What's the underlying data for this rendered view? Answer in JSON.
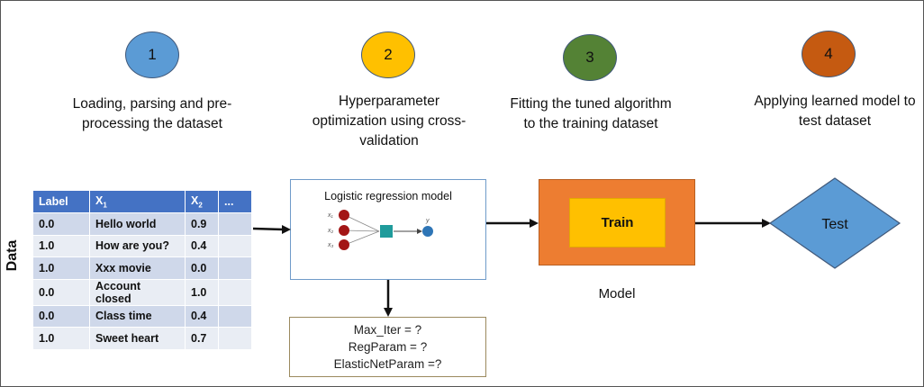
{
  "steps": [
    {
      "number": "1",
      "text": "Loading, parsing and pre-processing the dataset",
      "color": "#5b9bd5"
    },
    {
      "number": "2",
      "text": "Hyperparameter optimization using cross-validation",
      "color": "#ffc000"
    },
    {
      "number": "3",
      "text": "Fitting the tuned algorithm to the training dataset",
      "color": "#548235"
    },
    {
      "number": "4",
      "text": "Applying learned model to test dataset",
      "color": "#c55a11"
    }
  ],
  "data_label": "Data",
  "table": {
    "headers": [
      "Label",
      "X",
      "X",
      "..."
    ],
    "header_subscripts": [
      "",
      "1",
      "2",
      ""
    ],
    "rows": [
      [
        "0.0",
        "Hello world",
        "0.9",
        ""
      ],
      [
        "1.0",
        "How are you?",
        "0.4",
        ""
      ],
      [
        "1.0",
        "Xxx movie",
        "0.0",
        ""
      ],
      [
        "0.0",
        "Account closed",
        "1.0",
        ""
      ],
      [
        "0.0",
        "Class time",
        "0.4",
        ""
      ],
      [
        "1.0",
        "Sweet heart",
        "0.7",
        ""
      ]
    ]
  },
  "model_box": {
    "title": "Logistic regression model",
    "inputs": [
      "x₁",
      "x₂",
      "x₃"
    ],
    "output": "y"
  },
  "params": [
    "Max_Iter = ?",
    "RegParam = ?",
    "ElasticNetParam =?"
  ],
  "train": {
    "label": "Train",
    "caption": "Model"
  },
  "test": {
    "label": "Test"
  },
  "colors": {
    "table_header": "#4472c4",
    "train_outer": "#ed7d31",
    "train_inner": "#ffc000",
    "test_diamond": "#5b9bd5",
    "neuron": "#a31515",
    "node": "#1f9b9b",
    "output_node": "#2e75b6"
  }
}
